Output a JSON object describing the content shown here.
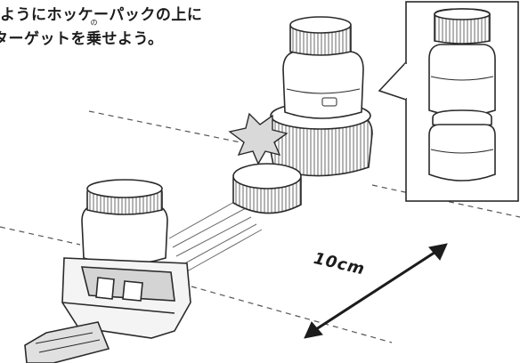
{
  "instruction": {
    "line1": "ようにホッケーパックの上に",
    "line2_before": "ターゲットを",
    "line2_kanji": "乗",
    "line2_furigana": "の",
    "line2_after": "せよう。"
  },
  "distance_label": "10cm",
  "colors": {
    "ink": "#1c1c1c",
    "outline": "#2a2a2a",
    "guide": "#555555",
    "paper": "#ffffff",
    "tone": "#e6e6e6"
  },
  "icons": [
    "target-bottle",
    "hockey-puck",
    "launcher",
    "impact-burst",
    "callout-box",
    "distance-arrow"
  ]
}
